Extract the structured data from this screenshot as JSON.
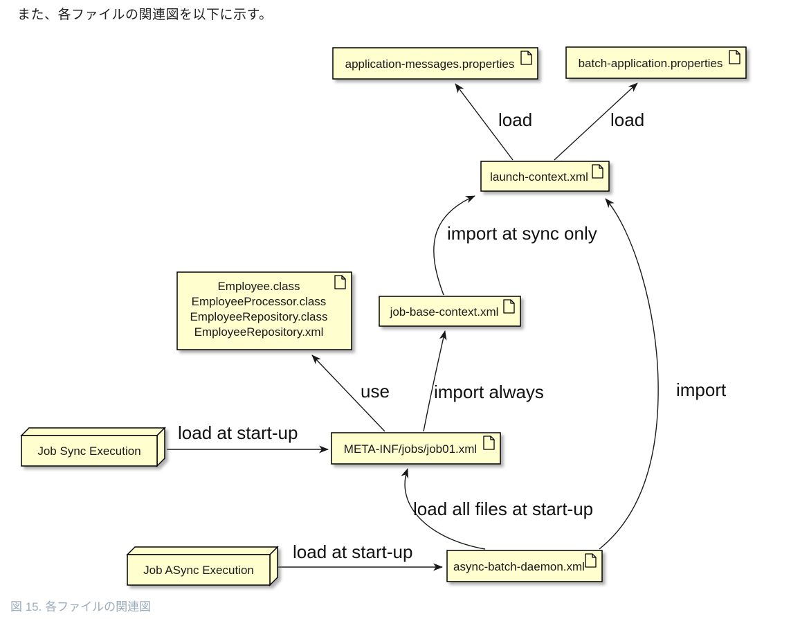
{
  "intro_text": "また、各ファイルの関連図を以下に示す。",
  "caption": "図 15. 各ファイルの関連図",
  "colors": {
    "node_fill": "#fefece",
    "node_border": "#000000",
    "edge_color": "#1a1a1a",
    "caption_color": "#9cadbd"
  },
  "nodes": {
    "application_messages": {
      "label": "application-messages.properties"
    },
    "batch_application": {
      "label": "batch-application.properties"
    },
    "launch_context": {
      "label": "launch-context.xml"
    },
    "job_base_context": {
      "label": "job-base-context.xml"
    },
    "meta_inf_job": {
      "label": "META-INF/jobs/job01.xml"
    },
    "async_batch_daemon": {
      "label": "async-batch-daemon.xml"
    },
    "employee": {
      "lines": [
        "Employee.class",
        "EmployeeProcessor.class",
        "EmployeeRepository.class",
        "EmployeeRepository.xml"
      ]
    },
    "job_sync": {
      "label": "Job Sync Execution"
    },
    "job_async": {
      "label": "Job ASync Execution"
    }
  },
  "edges": {
    "load_left": "load",
    "load_right": "load",
    "import_at_sync_only": "import at sync only",
    "use": "use",
    "import_always": "import always",
    "import_big": "import",
    "load_at_startup_sync": "load at start-up",
    "load_at_startup_async": "load at start-up",
    "load_all_files": "load all files at start-up"
  }
}
